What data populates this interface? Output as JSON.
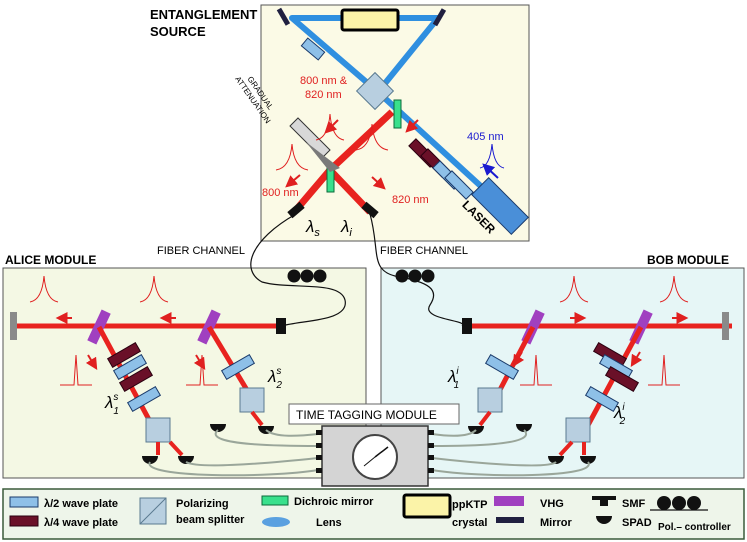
{
  "source": {
    "title_line1": "ENTANGLEMENT",
    "title_line2": "SOURCE",
    "gradual_line1": "GRADUAL",
    "gradual_line2": "ATTENUATION",
    "wl_pair_line1": "800 nm &",
    "wl_pair_line2": "820 nm",
    "wl_405": "405 nm",
    "wl_800": "800 nm",
    "wl_820": "820 nm",
    "laser": "LASER",
    "lambda_s": "λ",
    "lambda_s_sub": "s",
    "lambda_i": "λ",
    "lambda_i_sub": "i"
  },
  "channels": {
    "left": "FIBER CHANNEL",
    "right": "FIBER CHANNEL"
  },
  "alice": {
    "title": "ALICE MODULE",
    "l1": "λ",
    "l1_sup": "s",
    "l1_sub": "1",
    "l2": "λ",
    "l2_sup": "s",
    "l2_sub": "2"
  },
  "bob": {
    "title": "BOB MODULE",
    "l1": "λ",
    "l1_sup": "i",
    "l1_sub": "1",
    "l2": "λ",
    "l2_sup": "i",
    "l2_sub": "2"
  },
  "ttm": "TIME TAGGING MODULE",
  "legend": {
    "half_wave": "λ/2 wave plate",
    "quarter_wave": "λ/4 wave plate",
    "pbs_line1": "Polarizing",
    "pbs_line2": "beam splitter",
    "dichroic": "Dichroic mirror",
    "lens": "Lens",
    "ppktp_line1": "ppKTP",
    "ppktp_line2": "crystal",
    "vhg": "VHG",
    "mirror": "Mirror",
    "smf": "SMF",
    "spad": "SPAD",
    "polctrl": "Pol.– controller"
  },
  "colors": {
    "beam_red": "#e8231f",
    "beam_blue": "#2f8fe0",
    "source_bg": "#fbfae6",
    "alice_bg": "#f4f8e4",
    "bob_bg": "#e6f6f6",
    "legend_bg": "#eef5ea"
  }
}
